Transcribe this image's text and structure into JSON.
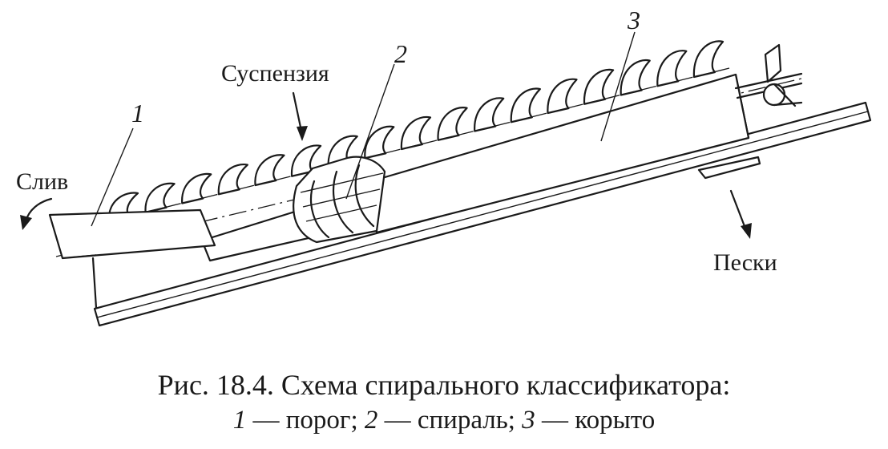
{
  "diagram": {
    "labels": {
      "suspension": "Суспензия",
      "overflow": "Слив",
      "sands": "Пески",
      "num1": "1",
      "num2": "2",
      "num3": "3"
    }
  },
  "caption": {
    "title": "Рис. 18.4. Схема спирального классификатора:",
    "legend": [
      {
        "num": "1",
        "text": " — порог; "
      },
      {
        "num": "2",
        "text": " — спираль; "
      },
      {
        "num": "3",
        "text": " — корыто"
      }
    ]
  }
}
